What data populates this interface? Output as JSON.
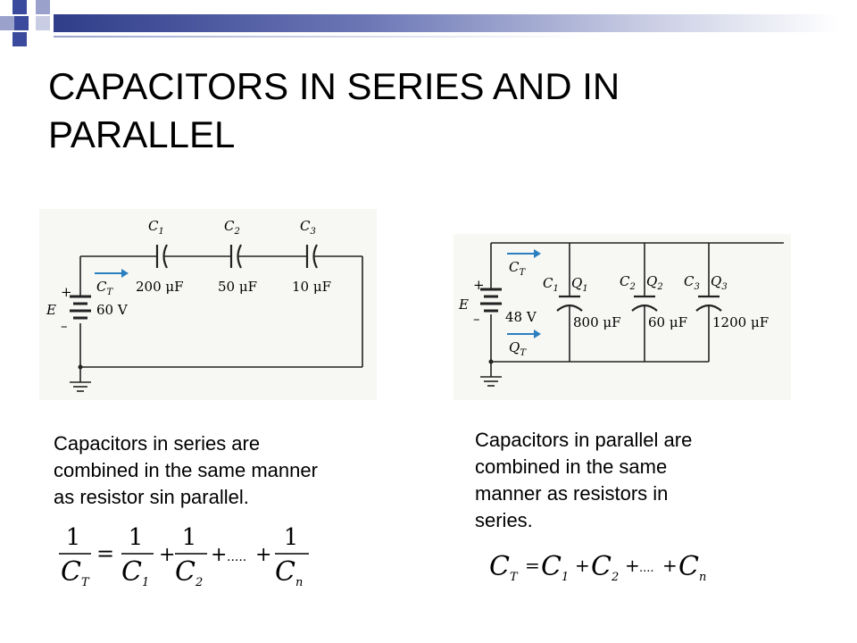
{
  "slide": {
    "title_line1": "CAPACITORS IN SERIES AND IN",
    "title_line2": "PARALLEL",
    "accent_color": "#3b4a9c",
    "light_accent_color": "#9aa2cc"
  },
  "series_circuit": {
    "c1_label": "C",
    "c1_sub": "1",
    "c2_label": "C",
    "c2_sub": "2",
    "c3_label": "C",
    "c3_sub": "3",
    "c1_value": "200 μF",
    "c2_value": "50 μF",
    "c3_value": "10 μF",
    "ct_label": "C",
    "ct_sub": "T",
    "source_label": "E",
    "source_value": "60 V",
    "plus": "+",
    "minus": "–"
  },
  "parallel_circuit": {
    "c1_label": "C",
    "c1_sub": "1",
    "q1_label": "Q",
    "q1_sub": "1",
    "c2_label": "C",
    "c2_sub": "2",
    "q2_label": "Q",
    "q2_sub": "2",
    "c3_label": "C",
    "c3_sub": "3",
    "q3_label": "Q",
    "q3_sub": "3",
    "c1_value": "800 μF",
    "c2_value": "60 μF",
    "c3_value": "1200 μF",
    "ct_label": "C",
    "ct_sub": "T",
    "qt_label": "Q",
    "qt_sub": "T",
    "source_label": "E",
    "source_value": "48 V",
    "plus": "+",
    "minus": "–"
  },
  "series_text": {
    "line1": "Capacitors in series are",
    "line2": "combined in the same manner",
    "line3": "as resistor sin parallel."
  },
  "parallel_text": {
    "line1": "Capacitors in parallel are",
    "line2": "combined in the same",
    "line3": "manner as resistors in",
    "line4": "series."
  },
  "series_formula": {
    "one": "1",
    "ct": "C",
    "ct_sub": "T",
    "equals": "=",
    "c1": "C",
    "c1_sub": "1",
    "plus": "+",
    "c2": "C",
    "c2_sub": "2",
    "dots": ".....",
    "cn": "C",
    "cn_sub": "n"
  },
  "parallel_formula": {
    "ct": "C",
    "ct_sub": "T",
    "equals": "=",
    "c1": "C",
    "c1_sub": "1",
    "plus": "+",
    "c2": "C",
    "c2_sub": "2",
    "dots": "....",
    "cn": "C",
    "cn_sub": "n"
  }
}
